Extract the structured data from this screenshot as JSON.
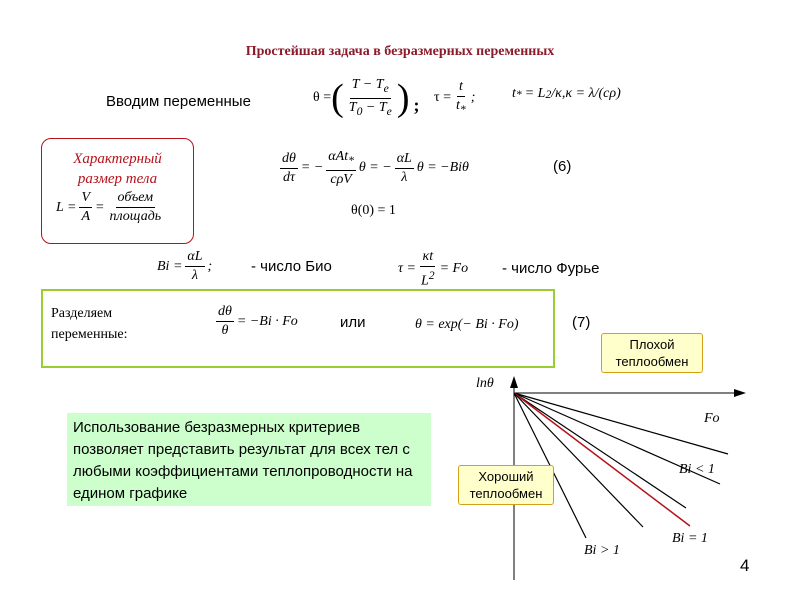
{
  "title": "Простейшая задача в безразмерных переменных",
  "intro_label": "Вводим переменные",
  "eq_theta": {
    "lhs": "θ =",
    "num": "T − T",
    "num_sub": "e",
    "den": "T",
    "den_sub0": "0",
    "den_mid": " − T",
    "den_sub": "e",
    "semi": ";"
  },
  "eq_tau": {
    "lhs": "τ =",
    "num": "t",
    "den": "t",
    "den_sub": "*",
    "semi": ";"
  },
  "eq_tstar": {
    "text": "t",
    "sub": "*",
    "rest": "= L",
    "sup": "2",
    "rest2": "/κ,κ = λ/(cρ)"
  },
  "char_size": {
    "line1": "Характерный",
    "line2": "размер тела",
    "lhs": "L =",
    "num1": "V",
    "den1": "A",
    "eqs": "=",
    "num2": "объем",
    "den2": "площадь"
  },
  "ode": {
    "num1": "dθ",
    "den1": "dτ",
    "eq1": "= −",
    "num2": "αAt",
    "num2_sub": "*",
    "den2": "cρV",
    "mid": "θ = −",
    "num3": "αL",
    "den3": "λ",
    "end": "θ = −Biθ"
  },
  "eq_num_6": "(6)",
  "initial": "θ(0) = 1",
  "bi_def": {
    "lhs": "Bi =",
    "num": "αL",
    "den": "λ",
    "semi": ";"
  },
  "bi_label": "- число Био",
  "fo_def": {
    "lhs": "τ =",
    "num": "κt",
    "den": "L",
    "den_sup": "2",
    "rhs": "= Fo"
  },
  "fo_label": "- число Фурье",
  "separate": {
    "line1": "Разделяем",
    "line2": "переменные:",
    "num": "dθ",
    "den": "θ",
    "rhs": "= −Bi · Fo",
    "or": "или",
    "exp": "θ = exp(− Bi · Fo)"
  },
  "eq_num_7": "(7)",
  "note": "Использование безразмерных критериев позволяет представить результат для всех тел с любыми коэффициентами теплопроводности на едином графике",
  "graph": {
    "ylabel": "lnθ",
    "xlabel": "Fo",
    "bad_exchange": [
      "Плохой",
      "теплообмен"
    ],
    "good_exchange": [
      "Хороший",
      "теплообмен"
    ],
    "bi_lt": "Bi < 1",
    "bi_eq": "Bi = 1",
    "bi_gt": "Bi > 1",
    "line_colors": {
      "normal": "#000000",
      "highlight": "#b5121b"
    }
  },
  "page_number": "4"
}
